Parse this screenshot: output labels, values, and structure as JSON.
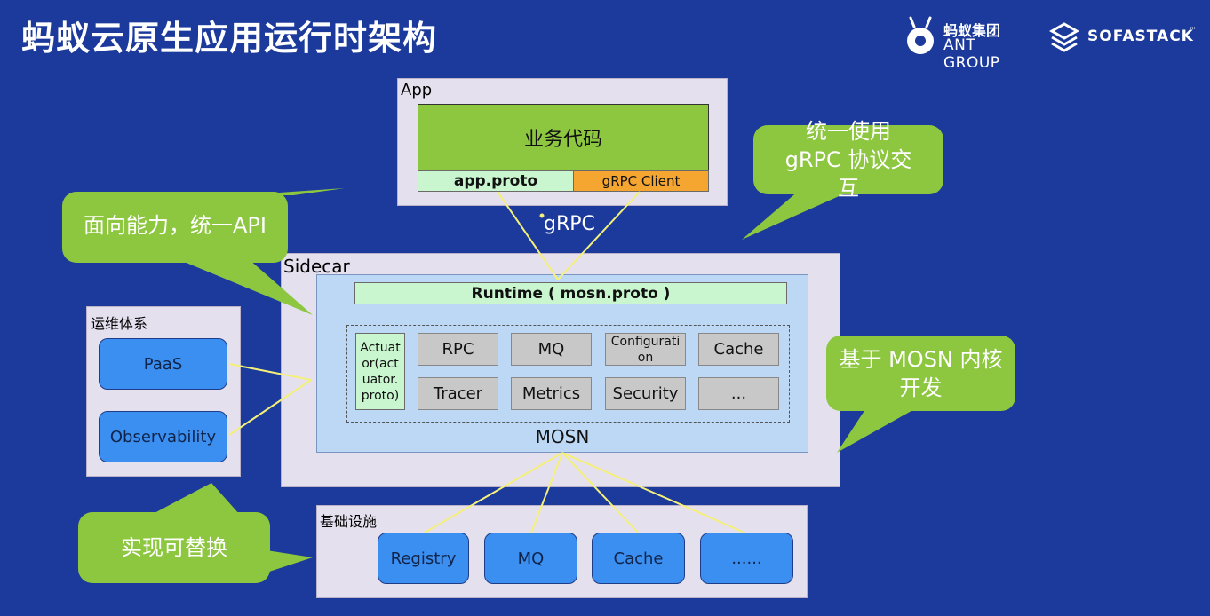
{
  "title": "蚂蚁云原生应用运行时架构",
  "logos": {
    "ant_group_cn": "蚂蚁集团",
    "ant_group_en": "ANT GROUP",
    "sofastack": "SOFASTACK",
    "sofastack_tm": "™"
  },
  "app": {
    "label": "App",
    "business_code": "业务代码",
    "app_proto": "app.proto",
    "grpc_client": "gRPC Client"
  },
  "grpc_label": "gRPC",
  "sidecar": {
    "label": "Sidecar",
    "runtime": "Runtime ( mosn.proto )",
    "actuator": "Actuat or(act uator. proto)",
    "modules_row1": [
      "RPC",
      "MQ",
      "Configurati on",
      "Cache"
    ],
    "modules_row2": [
      "Tracer",
      "Metrics",
      "Security",
      "..."
    ],
    "mosn": "MOSN"
  },
  "ops": {
    "label": "运维体系",
    "items": [
      "PaaS",
      "Observability"
    ]
  },
  "infra": {
    "label": "基础设施",
    "items": [
      "Registry",
      "MQ",
      "Cache",
      "......"
    ]
  },
  "callouts": {
    "grpc_interaction": "统一使用 gRPC 协议交互",
    "capability_api": "面向能力，统一API",
    "mosn_kernel": "基于 MOSN 内核开发",
    "replaceable": "实现可替换"
  },
  "colors": {
    "background": "#1b3a9b",
    "callout_green": "#8dc63f",
    "connector_yellow": "#f5f07a",
    "button_blue": "#3b8ff0"
  }
}
